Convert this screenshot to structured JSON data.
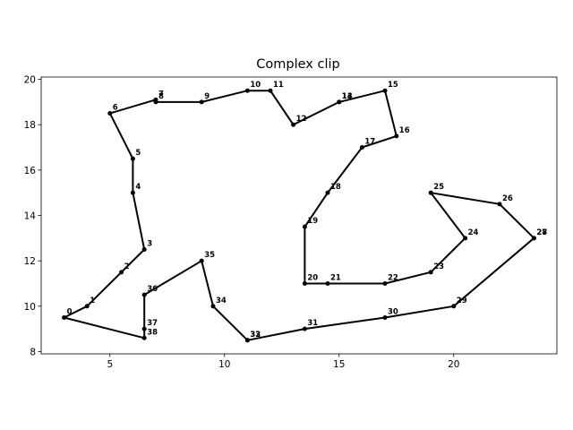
{
  "chart_data": {
    "type": "line",
    "title": "Complex clip",
    "xlabel": "",
    "ylabel": "",
    "xlim": [
      2.0,
      24.5
    ],
    "ylim": [
      7.9,
      20.1
    ],
    "x_ticks": [
      5,
      10,
      15,
      20
    ],
    "y_ticks": [
      8,
      10,
      12,
      14,
      16,
      18,
      20
    ],
    "grid": false,
    "closed": true,
    "line_color": "#000000",
    "points": [
      {
        "label": "0",
        "x": 3.0,
        "y": 9.5
      },
      {
        "label": "1",
        "x": 4.0,
        "y": 10.0
      },
      {
        "label": "2",
        "x": 5.5,
        "y": 11.5
      },
      {
        "label": "3",
        "x": 6.5,
        "y": 12.5
      },
      {
        "label": "4",
        "x": 6.0,
        "y": 15.0
      },
      {
        "label": "5",
        "x": 6.0,
        "y": 16.5
      },
      {
        "label": "6",
        "x": 5.0,
        "y": 18.5
      },
      {
        "label": "7",
        "x": 7.0,
        "y": 19.1
      },
      {
        "label": "8",
        "x": 7.0,
        "y": 19.0
      },
      {
        "label": "9",
        "x": 9.0,
        "y": 19.0
      },
      {
        "label": "10",
        "x": 11.0,
        "y": 19.5
      },
      {
        "label": "11",
        "x": 12.0,
        "y": 19.5
      },
      {
        "label": "12",
        "x": 13.0,
        "y": 18.0
      },
      {
        "label": "13",
        "x": 15.0,
        "y": 19.0
      },
      {
        "label": "14",
        "x": 15.0,
        "y": 19.0
      },
      {
        "label": "15",
        "x": 17.0,
        "y": 19.5
      },
      {
        "label": "16",
        "x": 17.5,
        "y": 17.5
      },
      {
        "label": "17",
        "x": 16.0,
        "y": 17.0
      },
      {
        "label": "18",
        "x": 14.5,
        "y": 15.0
      },
      {
        "label": "19",
        "x": 13.5,
        "y": 13.5
      },
      {
        "label": "20",
        "x": 13.5,
        "y": 11.0
      },
      {
        "label": "21",
        "x": 14.5,
        "y": 11.0
      },
      {
        "label": "22",
        "x": 17.0,
        "y": 11.0
      },
      {
        "label": "23",
        "x": 19.0,
        "y": 11.5
      },
      {
        "label": "24",
        "x": 20.5,
        "y": 13.0
      },
      {
        "label": "25",
        "x": 19.0,
        "y": 15.0
      },
      {
        "label": "26",
        "x": 22.0,
        "y": 14.5
      },
      {
        "label": "27",
        "x": 23.5,
        "y": 13.0
      },
      {
        "label": "28",
        "x": 23.5,
        "y": 13.0
      },
      {
        "label": "29",
        "x": 20.0,
        "y": 10.0
      },
      {
        "label": "30",
        "x": 17.0,
        "y": 9.5
      },
      {
        "label": "31",
        "x": 13.5,
        "y": 9.0
      },
      {
        "label": "32",
        "x": 11.0,
        "y": 8.5
      },
      {
        "label": "33",
        "x": 11.0,
        "y": 8.5
      },
      {
        "label": "34",
        "x": 9.5,
        "y": 10.0
      },
      {
        "label": "35",
        "x": 9.0,
        "y": 12.0
      },
      {
        "label": "36",
        "x": 6.5,
        "y": 10.5
      },
      {
        "label": "37",
        "x": 6.5,
        "y": 9.0
      },
      {
        "label": "38",
        "x": 6.5,
        "y": 8.6
      }
    ]
  }
}
